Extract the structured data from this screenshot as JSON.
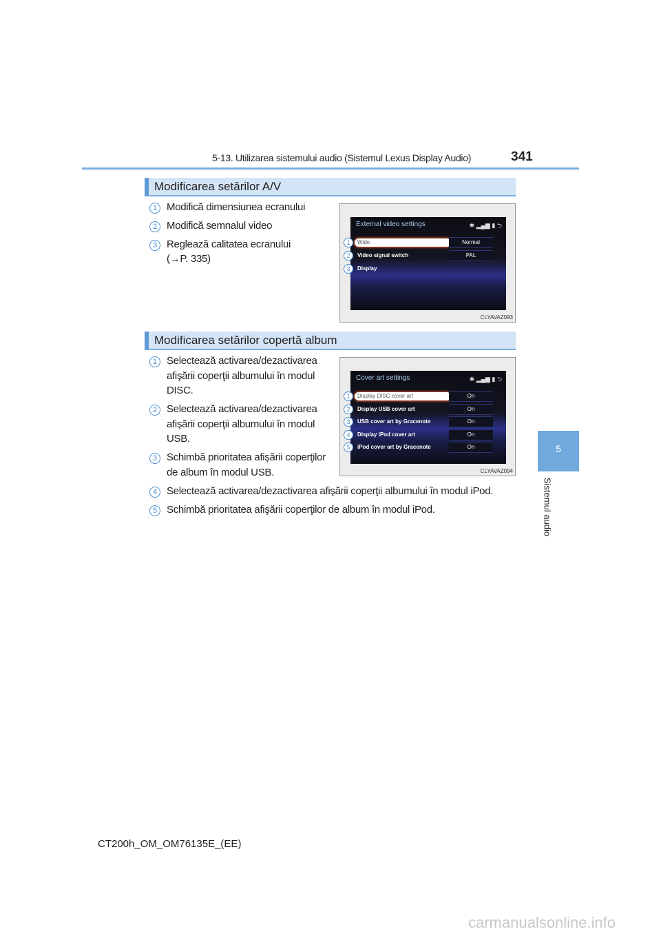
{
  "header": {
    "chapter_title": "5-13. Utilizarea sistemului audio (Sistemul Lexus Display Audio)",
    "page_number": "341"
  },
  "side_tab": {
    "number": "5",
    "label": "Sistemul audio"
  },
  "section1": {
    "title": "Modificarea setărilor A/V",
    "items": [
      {
        "num": "1",
        "lines": [
          "Modifică dimensiunea ecranului"
        ]
      },
      {
        "num": "2",
        "lines": [
          "Modifică semnalul video"
        ]
      },
      {
        "num": "3",
        "lines": [
          "Reglează calitatea ecranului",
          "(→P. 335)"
        ]
      }
    ],
    "screen": {
      "title": "External video settings",
      "status_icons": "✱ ▂▄▆ ▮ ⮌",
      "code": "CLYAVAZ093",
      "rows": [
        {
          "num": "1",
          "label": "Wide",
          "value": "Normal"
        },
        {
          "num": "2",
          "label": "Video signal switch",
          "value": "PAL"
        },
        {
          "num": "3",
          "label": "Display",
          "value": ""
        }
      ]
    }
  },
  "section2": {
    "title": "Modificarea setărilor copertă album",
    "items": [
      {
        "num": "1",
        "lines": [
          "Selectează activarea/dezactivarea",
          "afişării coperţii albumului în modul",
          "DISC."
        ]
      },
      {
        "num": "2",
        "lines": [
          "Selectează activarea/dezactivarea",
          "afişării coperţii albumului în modul",
          "USB."
        ]
      },
      {
        "num": "3",
        "lines": [
          "Schimbă prioritatea afişării coperţilor",
          "de album în modul USB."
        ]
      },
      {
        "num": "4",
        "lines": [
          "Selectează activarea/dezactivarea afişării coperţii albumului în modul iPod."
        ]
      },
      {
        "num": "5",
        "lines": [
          "Schimbă prioritatea afişării coperţilor de album în modul iPod."
        ]
      }
    ],
    "screen": {
      "title": "Cover art settings",
      "status_icons": "✱ ▂▄▆ ▮ ⮌",
      "code": "CLYAVAZ094",
      "rows": [
        {
          "num": "1",
          "label": "Display DISC cover art",
          "value": "On"
        },
        {
          "num": "2",
          "label": "Display USB cover art",
          "value": "On"
        },
        {
          "num": "3",
          "label": "USB cover art by Gracenote",
          "value": "On"
        },
        {
          "num": "4",
          "label": "Display iPod cover art",
          "value": "On"
        },
        {
          "num": "5",
          "label": "iPod cover art by Gracenote",
          "value": "On"
        }
      ]
    }
  },
  "footer": {
    "code": "CT200h_OM_OM76135E_(EE)"
  },
  "watermark": "carmanualsonline.info"
}
